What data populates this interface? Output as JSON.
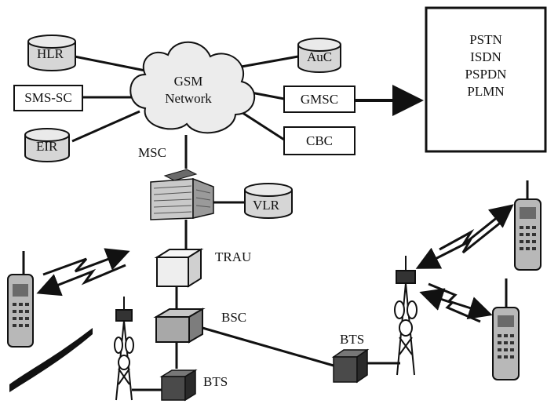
{
  "core": {
    "cloud_line1": "GSM",
    "cloud_line2": "Network",
    "hlr": "HLR",
    "auc": "AuC",
    "sms_sc": "SMS-SC",
    "gmsc": "GMSC",
    "eir": "EIR",
    "cbc": "CBC",
    "msc": "MSC",
    "vlr": "VLR"
  },
  "external_networks": [
    "PSTN",
    "ISDN",
    "PSPDN",
    "PLMN"
  ],
  "radio": {
    "trau": "TRAU",
    "bsc": "BSC",
    "bts_left": "BTS",
    "bts_right": "BTS"
  },
  "colors": {
    "line": "#111111",
    "box_fill": "#ffffff",
    "db_fill": "#d6d6d6",
    "trau_fill": "#eeeeee",
    "bsc_fill": "#a8a8a8",
    "bts_fill": "#4a4a4a"
  },
  "icons": [
    "database-icon",
    "cloud-icon",
    "building-icon",
    "antenna-tower-icon",
    "mobile-phone-icon",
    "radio-link-icon",
    "arrow-icon"
  ]
}
